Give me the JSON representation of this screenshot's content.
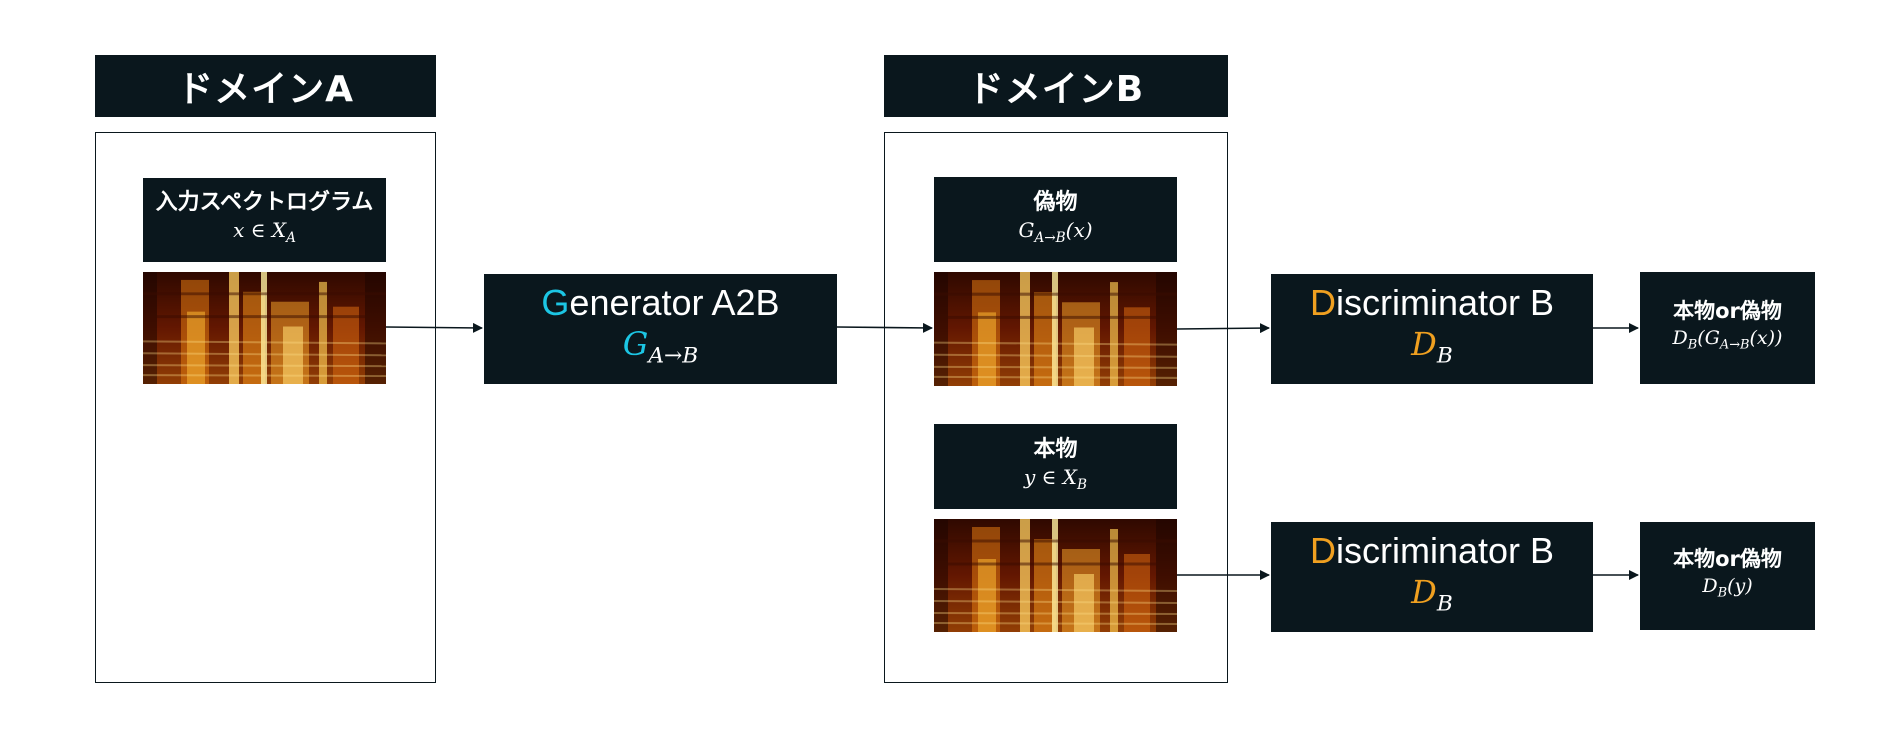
{
  "domain_a": {
    "title": "ドメインA",
    "input_label": "入力スペクトログラム",
    "input_math_base": "x ∈ X",
    "input_math_sub": "A"
  },
  "generator": {
    "label_accent": "G",
    "label_rest": "enerator A2B",
    "math_base": "G",
    "math_sub": "A→B"
  },
  "domain_b": {
    "title": "ドメインB",
    "fake_label": "偽物",
    "fake_math_base": "G",
    "fake_math_sub": "A→B",
    "fake_math_tail": "(x)",
    "real_label": "本物",
    "real_math_base": "y ∈ X",
    "real_math_sub": "B"
  },
  "discriminators": [
    {
      "label_accent": "D",
      "label_rest": "iscriminator B",
      "math_base": "D",
      "math_sub": "B"
    },
    {
      "label_accent": "D",
      "label_rest": "iscriminator B",
      "math_base": "D",
      "math_sub": "B"
    }
  ],
  "outputs": [
    {
      "label": "本物or偽物",
      "math_base": "D",
      "math_sub": "B",
      "math_open": "(",
      "math_inner_base": "G",
      "math_inner_sub": "A→B",
      "math_tail": "(x))"
    },
    {
      "label": "本物or偽物",
      "math_base": "D",
      "math_sub": "B",
      "math_tail": "(y)"
    }
  ],
  "colors": {
    "box_fill": "#0a171d",
    "generator_accent": "#1cc6e4",
    "discriminator_accent": "#f0a020"
  }
}
